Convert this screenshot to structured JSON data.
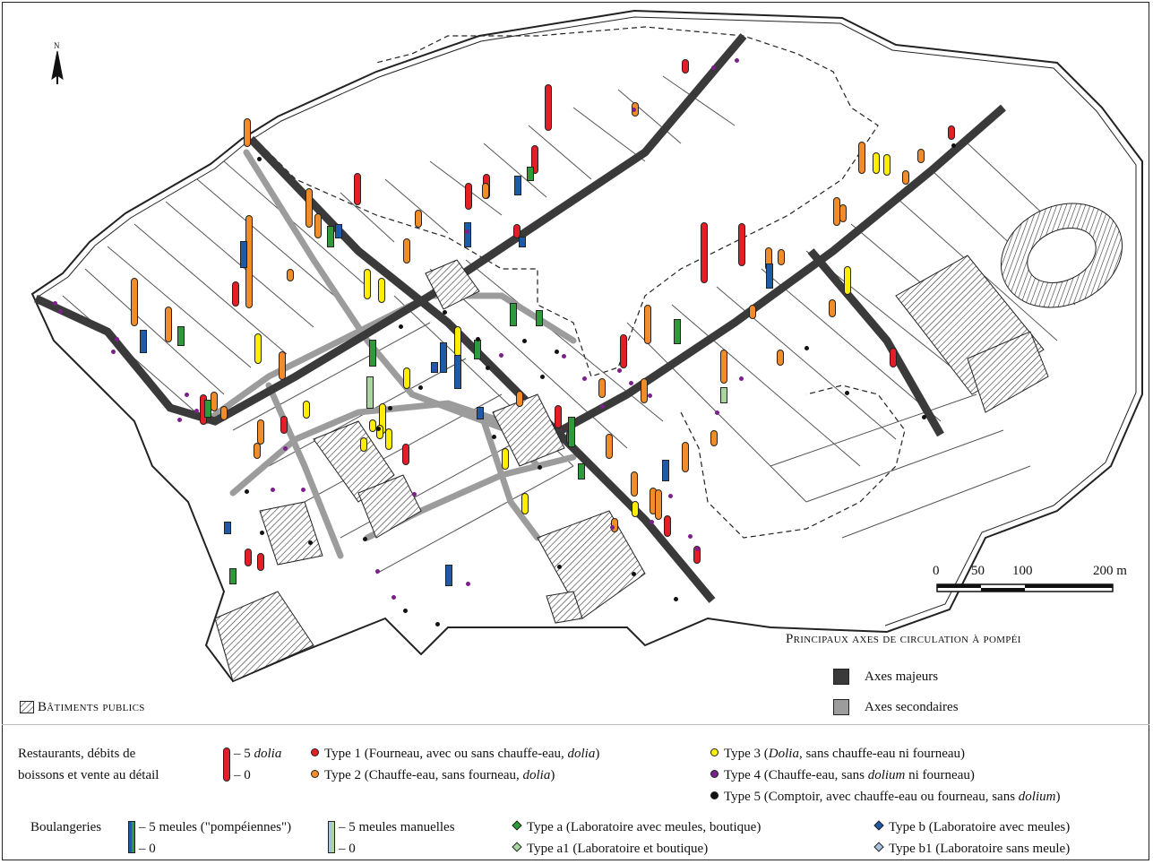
{
  "north": {
    "label": "N"
  },
  "scale": {
    "ticks": [
      "0",
      "50",
      "100",
      "200 m"
    ]
  },
  "legend_roads": {
    "title": "Principaux axes de circulation à pompéi",
    "major": {
      "label": "Axes majeurs",
      "color": "#3a3a3a"
    },
    "secondary": {
      "label": "Axes secondaires",
      "color": "#9c9c9c"
    }
  },
  "public_buildings": {
    "label": "Bâtiments publics"
  },
  "restaurants": {
    "label_line1": "Restaurants, débits de",
    "label_line2": "boissons et vente au détail",
    "size_max_number": "5",
    "size_max_unit": "dolia",
    "size_min": "0",
    "types": [
      {
        "prefix": "Type 1 (Fourneau, avec ou sans chauffe-eau, ",
        "em": "dolia",
        "suffix": ")",
        "color": "#e41e26"
      },
      {
        "prefix": "Type 2 (Chauffe-eau, sans fourneau, ",
        "em": "dolia",
        "suffix": ")",
        "color": "#f28c28"
      },
      {
        "prefix": "Type 3 (",
        "em": "Dolia",
        "suffix": ", sans chauffe-eau ni fourneau)",
        "color": "#ffee00"
      },
      {
        "prefix": "Type 4 (Chauffe-eau, sans ",
        "em": "dolium",
        "suffix": " ni fourneau)",
        "color": "#7b1f8c"
      },
      {
        "prefix": "Type 5 (Comptoir, avec chauffe-eau ou fourneau, sans ",
        "em": "dolium",
        "suffix": ")",
        "color": "#111111"
      }
    ]
  },
  "bakeries": {
    "label": "Boulangeries",
    "mills_max": "5 meules (\"pompéiennes\")",
    "mills_min": "0",
    "hand_mills_max": "5 meules manuelles",
    "hand_mills_min": "0",
    "types": [
      {
        "label": "Type a (Laboratoire avec meules, boutique)",
        "color": "#2e9a3a"
      },
      {
        "label": "Type a1 (Laboratoire et boutique)",
        "color": "#a8d8a0"
      },
      {
        "label": "Type b (Laboratoire avec meules)",
        "color": "#1f5aa8"
      },
      {
        "label": "Type b1 (Laboratoire sans meule)",
        "color": "#a8c4e0"
      }
    ]
  }
}
